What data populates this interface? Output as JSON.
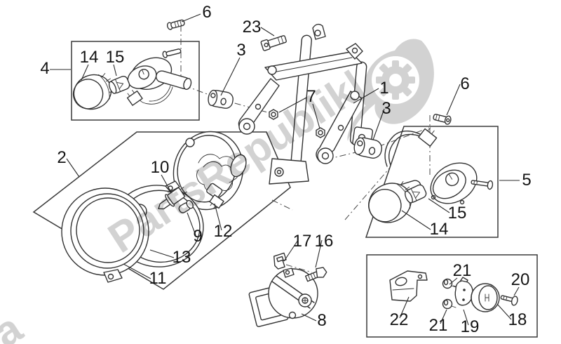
{
  "watermark": {
    "text": "PartsRepublik|",
    "partial": "a",
    "color": "#c8c8c8"
  },
  "logo": {
    "name": "partsrepublik-gear-drop-logo",
    "color": "#c8c8c8"
  },
  "colors": {
    "line": "#333333",
    "label": "#141414",
    "watermark": "#c8c8c8",
    "background": "#ffffff"
  },
  "callouts": {
    "screw_6_top": "6",
    "bolt_23": "23",
    "bushing_3_top": "3",
    "box_4": "4",
    "lens_14_left": "14",
    "bulb_15_left": "15",
    "bracket_1": "1",
    "nut_7": "7",
    "screw_6_right": "6",
    "bushing_3_right": "3",
    "headlight_2": "2",
    "bulb_10": "10",
    "box_5": "5",
    "bulb_15_right": "15",
    "lens_14_right": "14",
    "bulb_9": "9",
    "reflector_12": "12",
    "shell_13": "13",
    "ring_11": "11",
    "clip_17": "17",
    "screw_16": "16",
    "horn_8": "8",
    "bracket_22": "22",
    "screw_21_top": "21",
    "screw_20": "20",
    "screw_21_bottom": "21",
    "support_19": "19",
    "cap_18": "18"
  }
}
